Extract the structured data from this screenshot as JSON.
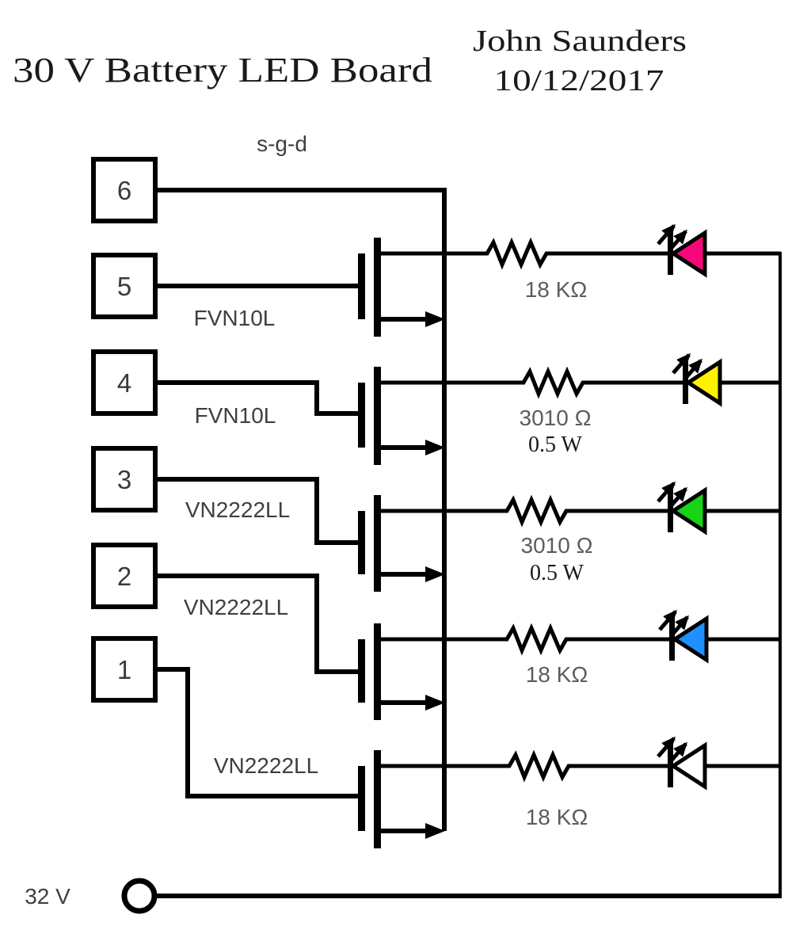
{
  "header": {
    "title": "30 V Battery LED Board",
    "author": "John Saunders",
    "date": "10/12/2017"
  },
  "pin_header_label": "s-g-d",
  "connectors": [
    {
      "label": "6"
    },
    {
      "label": "5"
    },
    {
      "label": "4"
    },
    {
      "label": "3"
    },
    {
      "label": "2"
    },
    {
      "label": "1"
    }
  ],
  "rows": [
    {
      "transistor": "FVN10L",
      "resistor": "18 KΩ",
      "led_color_name": "pink",
      "led_color": "#F8067C"
    },
    {
      "transistor": "FVN10L",
      "resistor": "3010 Ω",
      "resistor_watts": "0.5 W",
      "led_color_name": "yellow",
      "led_color": "#FFF200"
    },
    {
      "transistor": "VN2222LL",
      "resistor": "3010 Ω",
      "resistor_watts": "0.5 W",
      "led_color_name": "green",
      "led_color": "#17D417"
    },
    {
      "transistor": "VN2222LL",
      "resistor": "18 KΩ",
      "led_color_name": "blue",
      "led_color": "#1E90FF"
    },
    {
      "transistor": "VN2222LL",
      "resistor": "18 KΩ",
      "led_color_name": "white",
      "led_color": "#FFFFFF"
    }
  ],
  "supply": {
    "label": "32 V"
  },
  "colors": {
    "wire": "#000000",
    "label_dark": "#3f3f3f",
    "label_gray": "#5c5c5c"
  }
}
